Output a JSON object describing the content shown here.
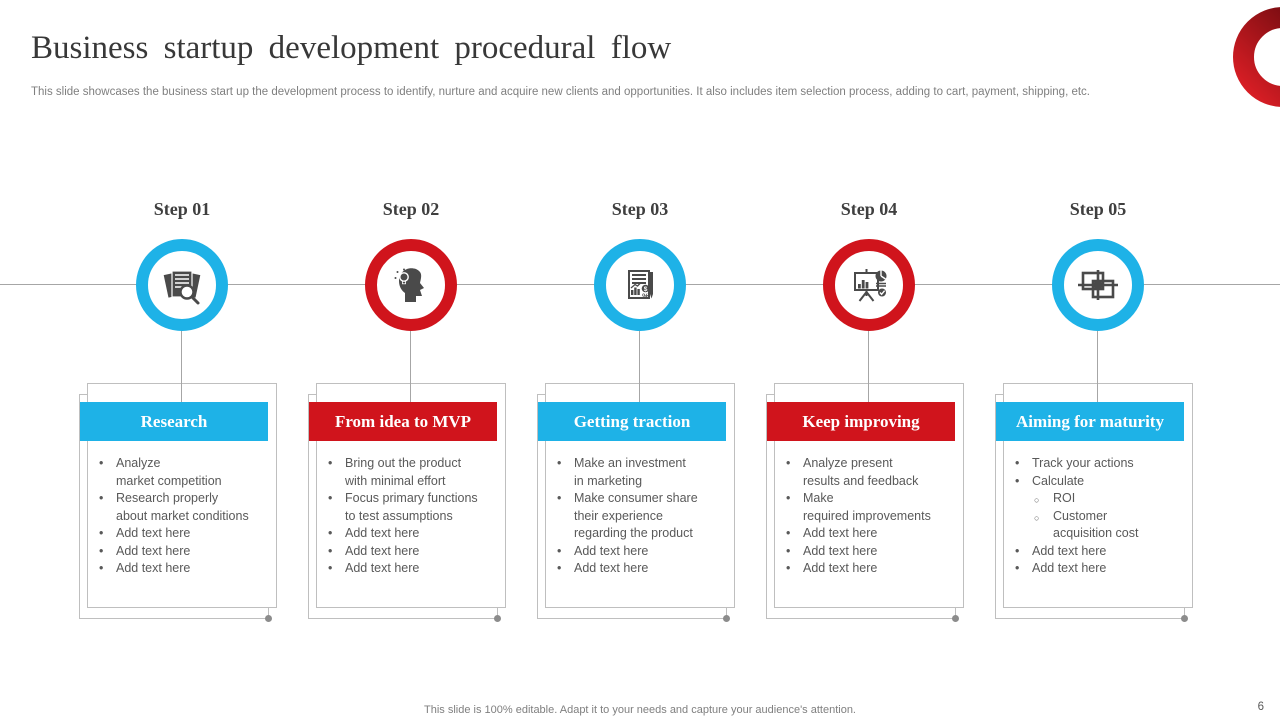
{
  "slide": {
    "title": "Business startup development procedural flow",
    "subtitle": "This slide showcases the business start up the development process to identify, nurture and acquire new clients and opportunities. It also includes item selection process, adding to cart, payment, shipping, etc.",
    "footer_note": "This slide is 100% editable. Adapt it to your needs and capture your audience's attention.",
    "page_number": "6",
    "logo": "red-ring-logo"
  },
  "colors": {
    "blue": "#1EB2E7",
    "red": "#D0141C",
    "icon": "#4A4A4A",
    "line": "#A6A6A6",
    "border": "#BFBFBF",
    "body": "#595959",
    "muted": "#7F7F7F",
    "titlec": "#383838",
    "dot": "#8C8C8C",
    "logo_light": "#DF1F26",
    "logo_dark": "#66090D"
  },
  "steps": [
    {
      "label": "Step 01",
      "icon": "document-search-icon",
      "ring": "blue",
      "card": {
        "title": "Research",
        "header": "blue",
        "items": [
          {
            "level": 1,
            "text": "Analyze\nmarket competition"
          },
          {
            "level": 1,
            "text": "Research properly\nabout market conditions"
          },
          {
            "level": 1,
            "text": "Add text here"
          },
          {
            "level": 1,
            "text": "Add text here"
          },
          {
            "level": 1,
            "text": "Add text here"
          }
        ]
      }
    },
    {
      "label": "Step 02",
      "icon": "idea-head-icon",
      "ring": "red",
      "card": {
        "title": "From idea to MVP",
        "header": "red",
        "items": [
          {
            "level": 1,
            "text": "Bring out the product\nwith minimal effort"
          },
          {
            "level": 1,
            "text": "Focus primary functions\nto test assumptions"
          },
          {
            "level": 1,
            "text": "Add text here"
          },
          {
            "level": 1,
            "text": "Add text here"
          },
          {
            "level": 1,
            "text": "Add text here"
          }
        ]
      }
    },
    {
      "label": "Step 03",
      "icon": "financial-report-icon",
      "ring": "blue",
      "card": {
        "title": "Getting traction",
        "header": "blue",
        "items": [
          {
            "level": 1,
            "text": "Make an investment\nin marketing"
          },
          {
            "level": 1,
            "text": "Make consumer share\ntheir experience\nregarding the product"
          },
          {
            "level": 1,
            "text": "Add text here"
          },
          {
            "level": 1,
            "text": "Add text here"
          }
        ]
      }
    },
    {
      "label": "Step 04",
      "icon": "presentation-chart-icon",
      "ring": "red",
      "card": {
        "title": "Keep improving",
        "header": "red",
        "items": [
          {
            "level": 1,
            "text": "Analyze present\nresults and feedback"
          },
          {
            "level": 1,
            "text": "Make\nrequired improvements"
          },
          {
            "level": 1,
            "text": "Add text here"
          },
          {
            "level": 1,
            "text": "Add text here"
          },
          {
            "level": 1,
            "text": "Add text here"
          }
        ]
      }
    },
    {
      "label": "Step 05",
      "icon": "target-frame-icon",
      "ring": "blue",
      "card": {
        "title": "Aiming for maturity",
        "header": "blue",
        "items": [
          {
            "level": 1,
            "text": "Track your actions"
          },
          {
            "level": 1,
            "text": "Calculate"
          },
          {
            "level": 2,
            "text": "ROI"
          },
          {
            "level": 2,
            "text": "Customer\nacquisition cost"
          },
          {
            "level": 1,
            "text": "Add text here"
          },
          {
            "level": 1,
            "text": "Add text here"
          }
        ]
      }
    }
  ]
}
